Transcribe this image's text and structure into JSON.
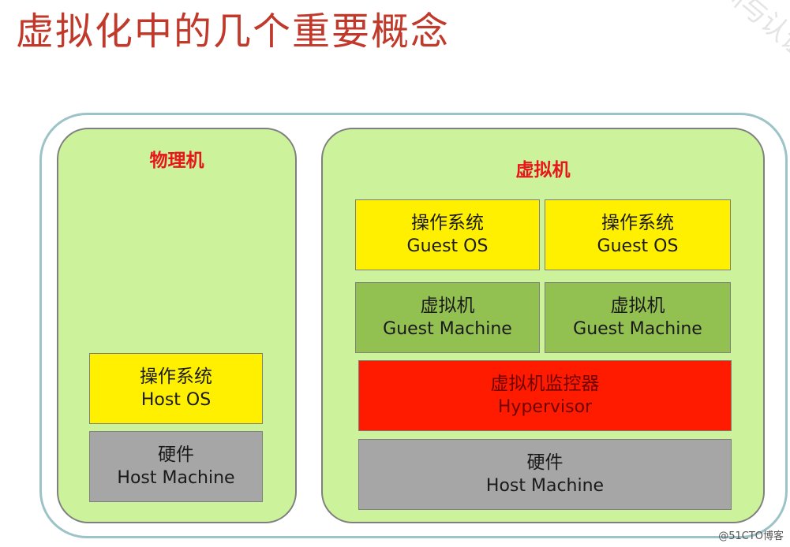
{
  "title": "虚拟化中的几个重要概念",
  "watermark": "培训与认证",
  "credit": "@51CTO博客",
  "physical_machine": {
    "label": "物理机",
    "host_os": {
      "zh": "操作系统",
      "en": "Host OS"
    },
    "hardware": {
      "zh": "硬件",
      "en": "Host Machine"
    }
  },
  "virtual_machine": {
    "label": "虚拟机",
    "guest_os_1": {
      "zh": "操作系统",
      "en": "Guest OS"
    },
    "guest_os_2": {
      "zh": "操作系统",
      "en": "Guest OS"
    },
    "guest_machine_1": {
      "zh": "虚拟机",
      "en": "Guest Machine"
    },
    "guest_machine_2": {
      "zh": "虚拟机",
      "en": "Guest Machine"
    },
    "hypervisor": {
      "zh": "虚拟机监控器",
      "en": "Hypervisor"
    },
    "hardware": {
      "zh": "硬件",
      "en": "Host Machine"
    }
  },
  "colors": {
    "title": "#c0392b",
    "panel_fill": "#ccf29b",
    "panel_label": "#e8151b",
    "os_box": "#fff000",
    "guest_machine_box": "#92c152",
    "hypervisor_box": "#ff1b00",
    "hardware_box": "#a6a6a6",
    "outer_border": "#9cc3c8"
  }
}
